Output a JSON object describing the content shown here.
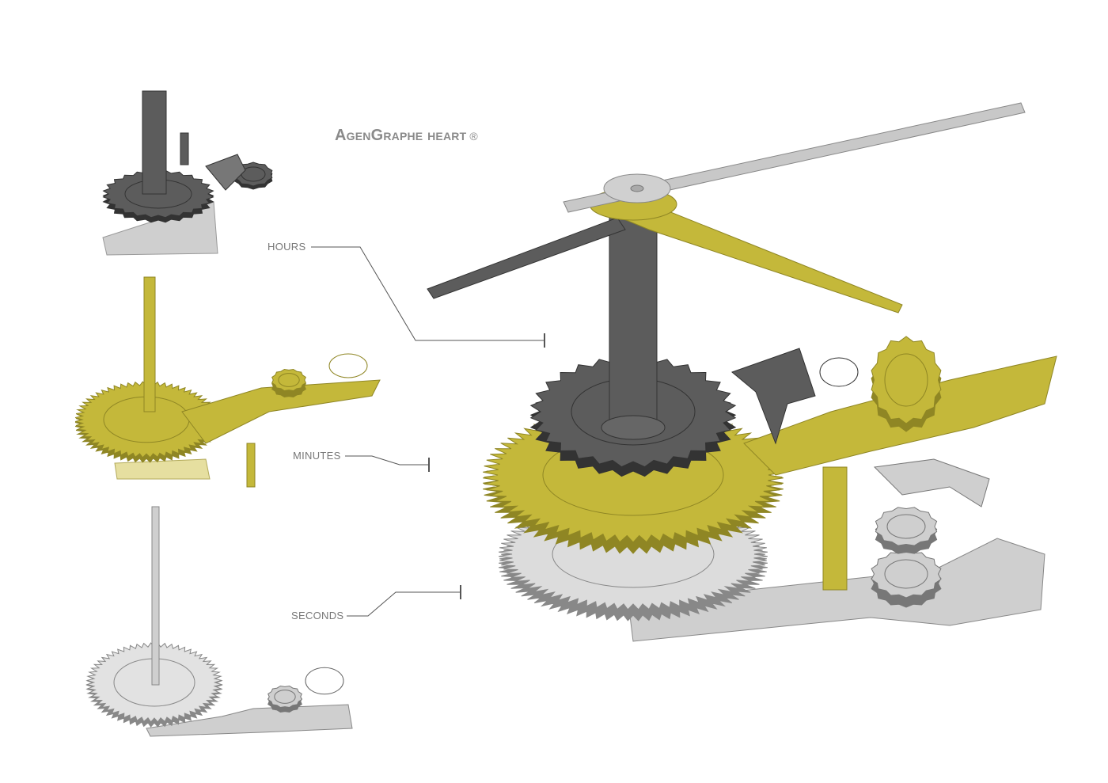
{
  "title": {
    "text": "AgenGraphe heart",
    "mark": "®"
  },
  "labels": {
    "hours": "HOURS",
    "minutes": "MINUTES",
    "seconds": "SECONDS"
  },
  "colors": {
    "gold": "#c4b83a",
    "gold_dark": "#8f8624",
    "steel_dark": "#5c5c5c",
    "steel_light": "#cfcfcf",
    "leader": "#555555"
  }
}
